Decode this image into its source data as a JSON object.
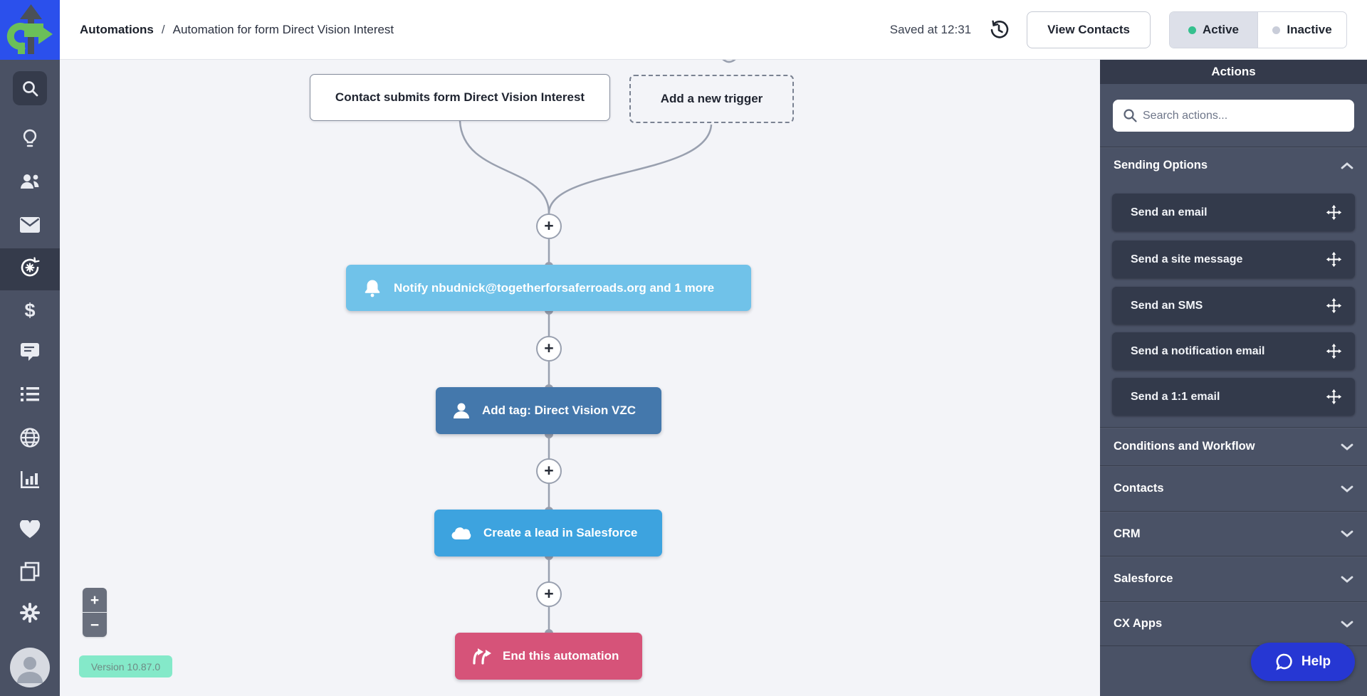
{
  "topbar": {
    "breadcrumb_root": "Automations",
    "breadcrumb_separator": "/",
    "breadcrumb_current": "Automation for form Direct Vision Interest",
    "saved_status": "Saved at 12:31",
    "view_contacts_label": "View Contacts",
    "status_toggle": {
      "active_label": "Active",
      "inactive_label": "Inactive",
      "selected": "Active"
    }
  },
  "sidebar": {
    "items": [
      {
        "name": "search"
      },
      {
        "name": "ideas"
      },
      {
        "name": "contacts"
      },
      {
        "name": "campaigns"
      },
      {
        "name": "automations",
        "active": true
      },
      {
        "name": "deals"
      },
      {
        "name": "conversations"
      },
      {
        "name": "lists"
      },
      {
        "name": "website"
      },
      {
        "name": "reports"
      },
      {
        "name": "favorites"
      },
      {
        "name": "apps"
      },
      {
        "name": "settings"
      },
      {
        "name": "account"
      }
    ],
    "deals_symbol": "$"
  },
  "canvas": {
    "triggers": [
      {
        "label": "Contact submits form Direct Vision Interest",
        "style": "solid"
      },
      {
        "label": "Add a new trigger",
        "style": "dashed"
      }
    ],
    "nodes": [
      {
        "label": "Notify nbudnick@togetherforsaferroads.org and 1 more",
        "icon": "bell",
        "color": "#70C2E9"
      },
      {
        "label": "Add tag: Direct Vision VZC",
        "icon": "contact",
        "color": "#4478AC"
      },
      {
        "label": "Create a lead in Salesforce",
        "icon": "salesforce-cloud",
        "color": "#3DA3DF"
      },
      {
        "label": "End this automation",
        "icon": "end-arrows",
        "color": "#D65379"
      }
    ],
    "add_step_symbol": "+",
    "zoom_in_symbol": "+",
    "zoom_out_symbol": "−",
    "version_badge": "Version 10.87.0"
  },
  "actions_panel": {
    "title": "Actions",
    "search_placeholder": "Search actions...",
    "sections": [
      {
        "label": "Sending Options",
        "expanded": true,
        "items": [
          {
            "label": "Send an email"
          },
          {
            "label": "Send a site message"
          },
          {
            "label": "Send an SMS"
          },
          {
            "label": "Send a notification email"
          },
          {
            "label": "Send a 1:1 email"
          }
        ]
      },
      {
        "label": "Conditions and Workflow",
        "expanded": false
      },
      {
        "label": "Contacts",
        "expanded": false
      },
      {
        "label": "CRM",
        "expanded": false
      },
      {
        "label": "Salesforce",
        "expanded": false
      },
      {
        "label": "CX Apps",
        "expanded": false
      }
    ]
  },
  "help": {
    "label": "Help"
  },
  "colors": {
    "topbar_bg": "#FFFFFF",
    "sidebar_bg": "#4A5164",
    "sidebar_active_bg": "#353B4B",
    "canvas_bg": "#F3F4F8",
    "panel_bg": "#4A5266",
    "panel_header_bg": "#343A4B",
    "panel_card_bg": "#333A4B",
    "node_notify": "#70C2E9",
    "node_add_tag": "#4478AC",
    "node_salesforce": "#3DA3DF",
    "node_end": "#D65379",
    "active_dot": "#35C08E",
    "inactive_dot": "#C9CDD9",
    "help_bg": "#2637D3",
    "version_badge_bg": "#84E9C9",
    "connector": "#99A0AF",
    "logo_bg": "#2B50EC",
    "logo_arrow_green": "#6BBF59"
  }
}
